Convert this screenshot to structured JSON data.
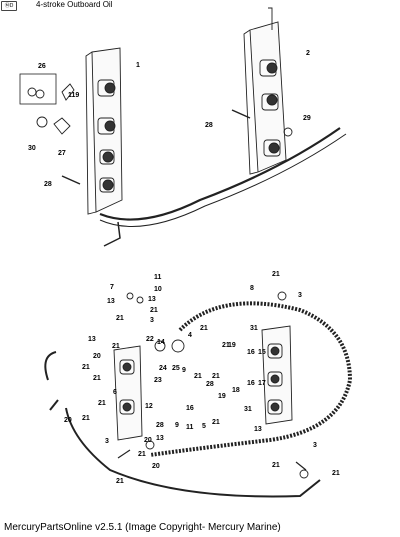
{
  "header": {
    "icon_label": "ⓂD",
    "caption": "4-stroke Outboard Oil"
  },
  "footer": {
    "credit": "MercuryPartsOnline v2.5.1 (Image Copyright- Mercury Marine)"
  },
  "callouts_upper": [
    "1",
    "2",
    "26",
    "119",
    "30",
    "27",
    "28",
    "28",
    "29"
  ],
  "callouts_lower": [
    "7",
    "11",
    "10",
    "13",
    "13",
    "21",
    "21",
    "3",
    "3",
    "8",
    "21",
    "31",
    "13",
    "22",
    "14",
    "4",
    "21",
    "21",
    "20",
    "21",
    "16",
    "15",
    "21",
    "24",
    "25",
    "23",
    "9",
    "16",
    "17",
    "19",
    "21",
    "21",
    "28",
    "18",
    "19",
    "6",
    "21",
    "12",
    "20",
    "21",
    "16",
    "31",
    "21",
    "5",
    "21",
    "11",
    "9",
    "28",
    "13",
    "13",
    "20",
    "3",
    "3",
    "21",
    "20",
    "21",
    "21",
    "21"
  ]
}
